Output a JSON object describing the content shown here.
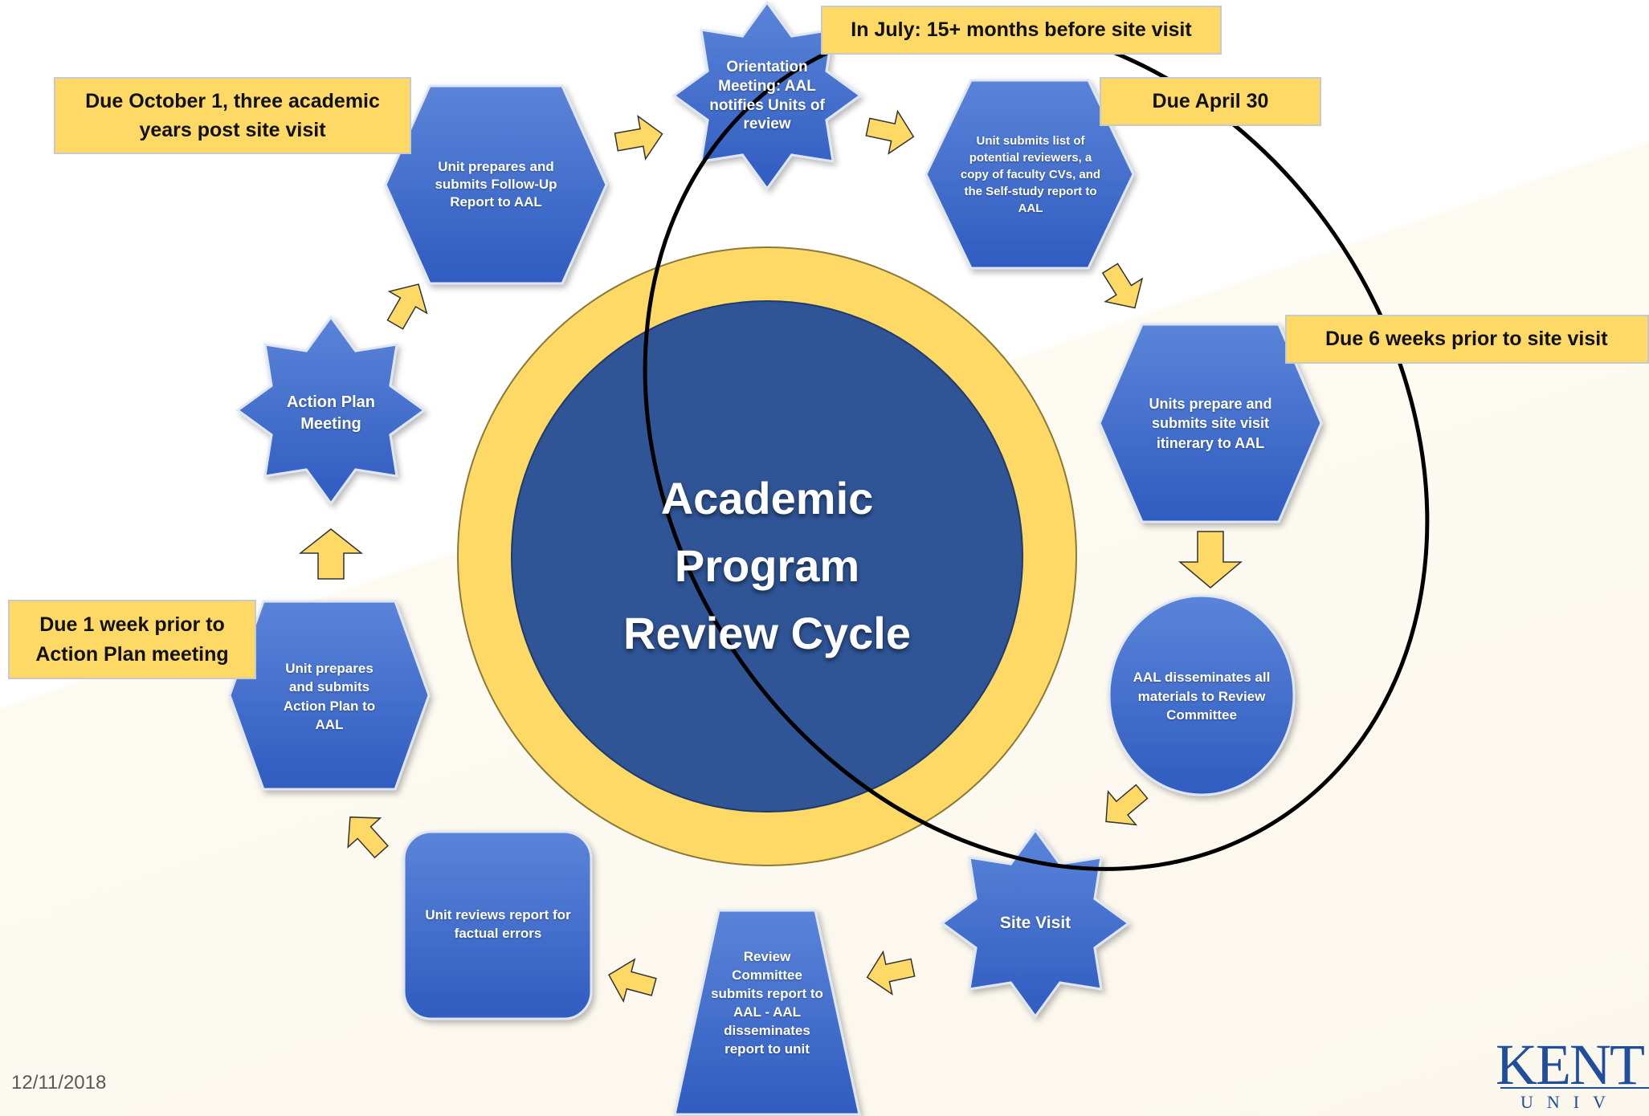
{
  "center": {
    "title": "Academic\nProgram\nReview Cycle"
  },
  "stages": [
    {
      "id": "orientation-meeting",
      "shape": "star",
      "text": "Orientation Meeting: AAL notifies Units of review"
    },
    {
      "id": "submit-reviewers-cvs-self-study",
      "shape": "hexagon",
      "text": "Unit submits list of potential reviewers, a copy of faculty CVs, and the Self-study report to AAL"
    },
    {
      "id": "submit-site-visit-itinerary",
      "shape": "hexagon",
      "text": "Units prepare and submits site visit itinerary to AAL"
    },
    {
      "id": "aal-disseminates-materials",
      "shape": "circle",
      "text": "AAL disseminates all materials to Review Committee"
    },
    {
      "id": "site-visit",
      "shape": "star",
      "text": "Site Visit"
    },
    {
      "id": "review-committee-report",
      "shape": "trapezoid",
      "text": "Review Committee submits report to AAL - AAL disseminates report to unit"
    },
    {
      "id": "unit-reviews-report",
      "shape": "rounded-square",
      "text": "Unit reviews report for factual errors"
    },
    {
      "id": "submit-action-plan",
      "shape": "hexagon",
      "text": "Unit prepares and submits Action Plan to AAL"
    },
    {
      "id": "action-plan-meeting",
      "shape": "star",
      "text": "Action Plan Meeting"
    },
    {
      "id": "submit-follow-up-report",
      "shape": "hexagon",
      "text": "Unit prepares and submits Follow-Up Report to AAL"
    }
  ],
  "deadlines": [
    {
      "id": "in-july",
      "text": "In July: 15+ months before site visit"
    },
    {
      "id": "due-april-30",
      "text": "Due April 30"
    },
    {
      "id": "due-6-weeks",
      "text": "Due 6 weeks prior to site visit"
    },
    {
      "id": "due-1-week",
      "text": "Due 1 week prior to Action Plan meeting"
    },
    {
      "id": "due-october-1",
      "text": "Due October 1, three academic years post site visit"
    }
  ],
  "footer": {
    "date": "12/11/2018"
  },
  "logo": {
    "wordmark": "KENT",
    "subtext": "UNIV"
  },
  "colors": {
    "shape_blue_light": "#5b84d9",
    "shape_blue_dark": "#2e56b5",
    "center_blue": "#2f5597",
    "ring_yellow": "#ffd966",
    "arrow_yellow": "#ffd966",
    "label_yellow": "#ffd966",
    "logo_blue": "#1f4e9c"
  }
}
